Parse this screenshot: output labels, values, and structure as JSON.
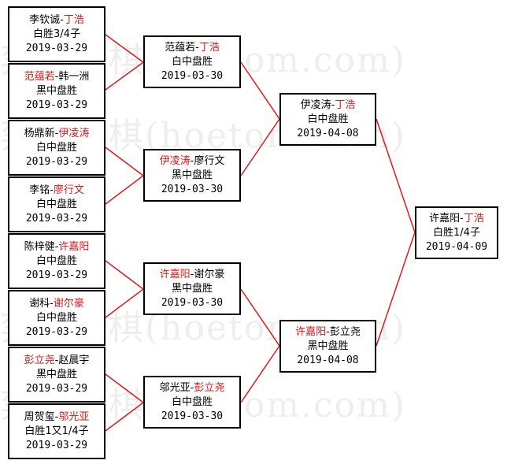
{
  "watermark": [
    "弈城围棋(hoetom.com)",
    "弈城围棋(hoetom.com)",
    "弈城围棋(hoetom.com)",
    "弈城围棋(hoetom.com)"
  ],
  "colors": {
    "line": "#e01818",
    "winner": "#e01818",
    "border": "#000000"
  },
  "rounds": {
    "r16": [
      {
        "p1": "李钦诚",
        "p2": "丁浩",
        "winner": 2,
        "result": "白胜3/4子",
        "date": "2019-03-29"
      },
      {
        "p1": "范蕴若",
        "p2": "韩一洲",
        "winner": 1,
        "result": "黑中盘胜",
        "date": "2019-03-29"
      },
      {
        "p1": "杨鼎新",
        "p2": "伊凌涛",
        "winner": 2,
        "result": "白中盘胜",
        "date": "2019-03-29"
      },
      {
        "p1": "李铭",
        "p2": "廖行文",
        "winner": 2,
        "result": "白中盘胜",
        "date": "2019-03-29"
      },
      {
        "p1": "陈梓健",
        "p2": "许嘉阳",
        "winner": 2,
        "result": "白中盘胜",
        "date": "2019-03-29"
      },
      {
        "p1": "谢科",
        "p2": "谢尔豪",
        "winner": 2,
        "result": "白中盘胜",
        "date": "2019-03-29"
      },
      {
        "p1": "彭立尧",
        "p2": "赵晨宇",
        "winner": 1,
        "result": "黑中盘胜",
        "date": "2019-03-29"
      },
      {
        "p1": "周贺玺",
        "p2": "邬光亚",
        "winner": 2,
        "result": "白胜1又1/4子",
        "date": "2019-03-29"
      }
    ],
    "qf": [
      {
        "p1": "范蕴若",
        "p2": "丁浩",
        "winner": 2,
        "result": "白中盘胜",
        "date": "2019-03-30"
      },
      {
        "p1": "伊凌涛",
        "p2": "廖行文",
        "winner": 1,
        "result": "黑中盘胜",
        "date": "2019-03-30"
      },
      {
        "p1": "许嘉阳",
        "p2": "谢尔豪",
        "winner": 1,
        "result": "黑中盘胜",
        "date": "2019-03-30"
      },
      {
        "p1": "邬光亚",
        "p2": "彭立尧",
        "winner": 2,
        "result": "白中盘胜",
        "date": "2019-03-30"
      }
    ],
    "sf": [
      {
        "p1": "伊凌涛",
        "p2": "丁浩",
        "winner": 2,
        "result": "白中盘胜",
        "date": "2019-04-08"
      },
      {
        "p1": "许嘉阳",
        "p2": "彭立尧",
        "winner": 1,
        "result": "黑中盘胜",
        "date": "2019-04-08"
      }
    ],
    "final": [
      {
        "p1": "许嘉阳",
        "p2": "丁浩",
        "winner": 2,
        "result": "白胜1/4子",
        "date": "2019-04-09"
      }
    ]
  }
}
